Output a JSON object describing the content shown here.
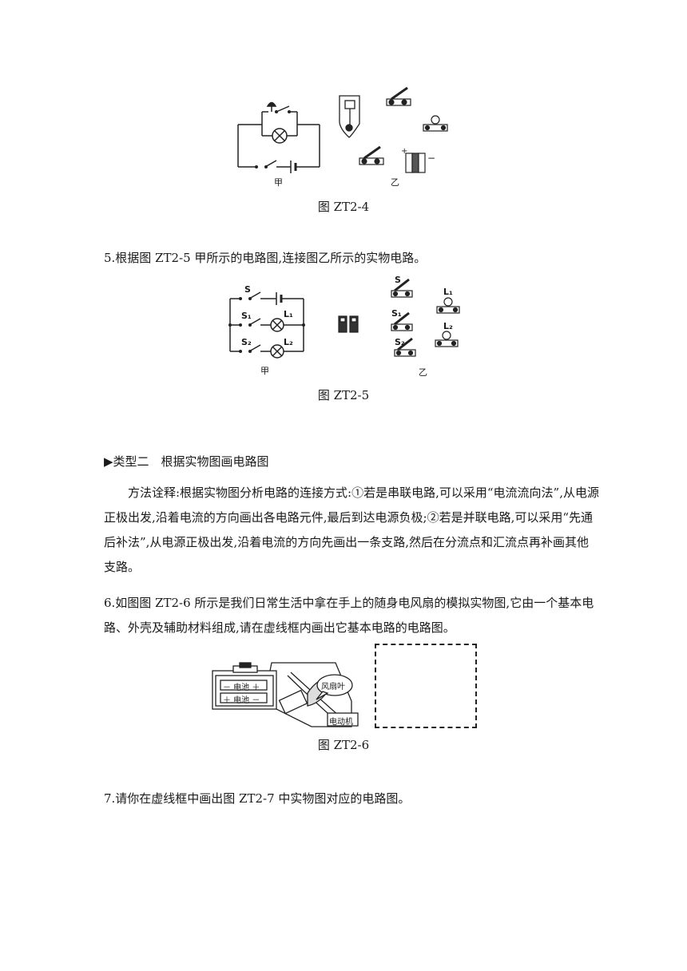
{
  "fig4": {
    "caption": "图 ZT2-4",
    "label_jia": "甲",
    "label_yi": "乙"
  },
  "q5": {
    "text": "5.根据图 ZT2-5 甲所示的电路图,连接图乙所示的实物电路。"
  },
  "fig5": {
    "caption": "图 ZT2-5",
    "label_jia": "甲",
    "label_yi": "乙",
    "labels": {
      "S": "S",
      "S1": "S₁",
      "S2": "S₂",
      "L1": "L₁",
      "L2": "L₂"
    }
  },
  "section2": {
    "title": "▶类型二　根据实物图画电路图",
    "method": "方法诠释:根据实物图分析电路的连接方式:①若是串联电路,可以采用“电流流向法”,从电源正极出发,沿着电流的方向画出各电路元件,最后到达电源负极;②若是并联电路,可以采用“先通后补法”,从电源正极出发,沿着电流的方向先画出一条支路,然后在分流点和汇流点再补画其他支路。"
  },
  "q6": {
    "text": "6.如图图 ZT2-6 所示是我们日常生活中拿在手上的随身电风扇的模拟实物图,它由一个基本电路、外壳及辅助材料组成,请在虚线框内画出它基本电路的电路图。"
  },
  "fig6": {
    "caption": "图 ZT2-6",
    "battery1": "－ 电池 ＋",
    "battery2": "＋ 电池 －",
    "fan": "风扇叶",
    "motor": "电动机"
  },
  "q7": {
    "text": "7.请你在虚线框中画出图 ZT2-7 中实物图对应的电路图。"
  }
}
